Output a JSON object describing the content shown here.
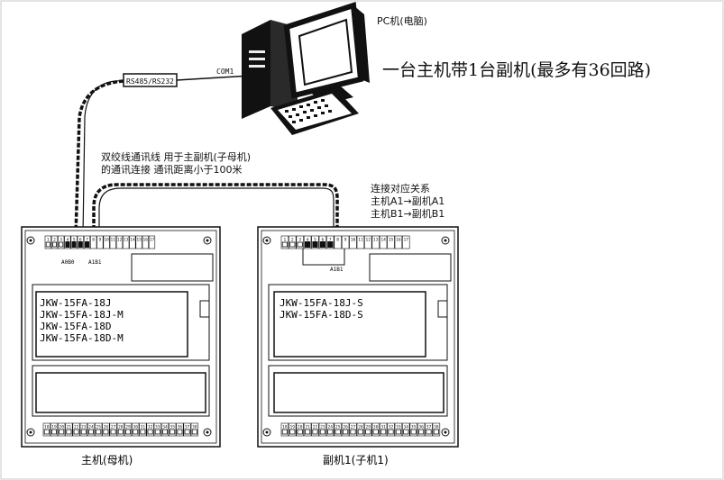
{
  "pc": {
    "label": "PC机(电脑)"
  },
  "headline": "一台主机带1台副机(最多有36回路)",
  "link": {
    "converter": "RS485/RS232",
    "port": "COM1",
    "cable_note_line1": "双绞线通讯线 用于主副机(子母机)",
    "cable_note_line2": "的通讯连接 通讯距离小于100米"
  },
  "mapping": {
    "title": "连接对应关系",
    "line1": "主机A1→副机A1",
    "line2": "主机B1→副机B1"
  },
  "master": {
    "caption": "主机(母机)",
    "models": [
      "JKW-15FA-18J",
      "JKW-15FA-18J-M",
      "JKW-15FA-18D",
      "JKW-15FA-18D-M"
    ],
    "top_terminals": [
      "1",
      "2",
      "3",
      "4",
      "5",
      "6",
      "7",
      "8",
      "9",
      "10",
      "11",
      "12",
      "13",
      "14",
      "15",
      "16",
      "17"
    ],
    "port_labels": [
      "A0B0",
      "A1B1"
    ],
    "bottom_terminals": [
      "18",
      "19",
      "20",
      "21",
      "22",
      "23",
      "24",
      "25",
      "26",
      "27",
      "28",
      "29",
      "30",
      "31",
      "32",
      "33",
      "34",
      "35",
      "36",
      "37",
      "38"
    ]
  },
  "slave": {
    "caption": "副机1(子机1)",
    "models": [
      "JKW-15FA-18J-S",
      "JKW-15FA-18D-S"
    ],
    "top_terminals": [
      "1",
      "2",
      "3",
      "4",
      "5",
      "6",
      "7",
      "8",
      "9",
      "10",
      "11",
      "12",
      "13",
      "14",
      "15",
      "16",
      "17"
    ],
    "port_labels": [
      "A1B1"
    ],
    "bottom_terminals": [
      "18",
      "19",
      "20",
      "21",
      "22",
      "23",
      "24",
      "25",
      "26",
      "27",
      "28",
      "29",
      "30",
      "31",
      "32",
      "33",
      "34",
      "35",
      "36",
      "37",
      "38"
    ]
  }
}
